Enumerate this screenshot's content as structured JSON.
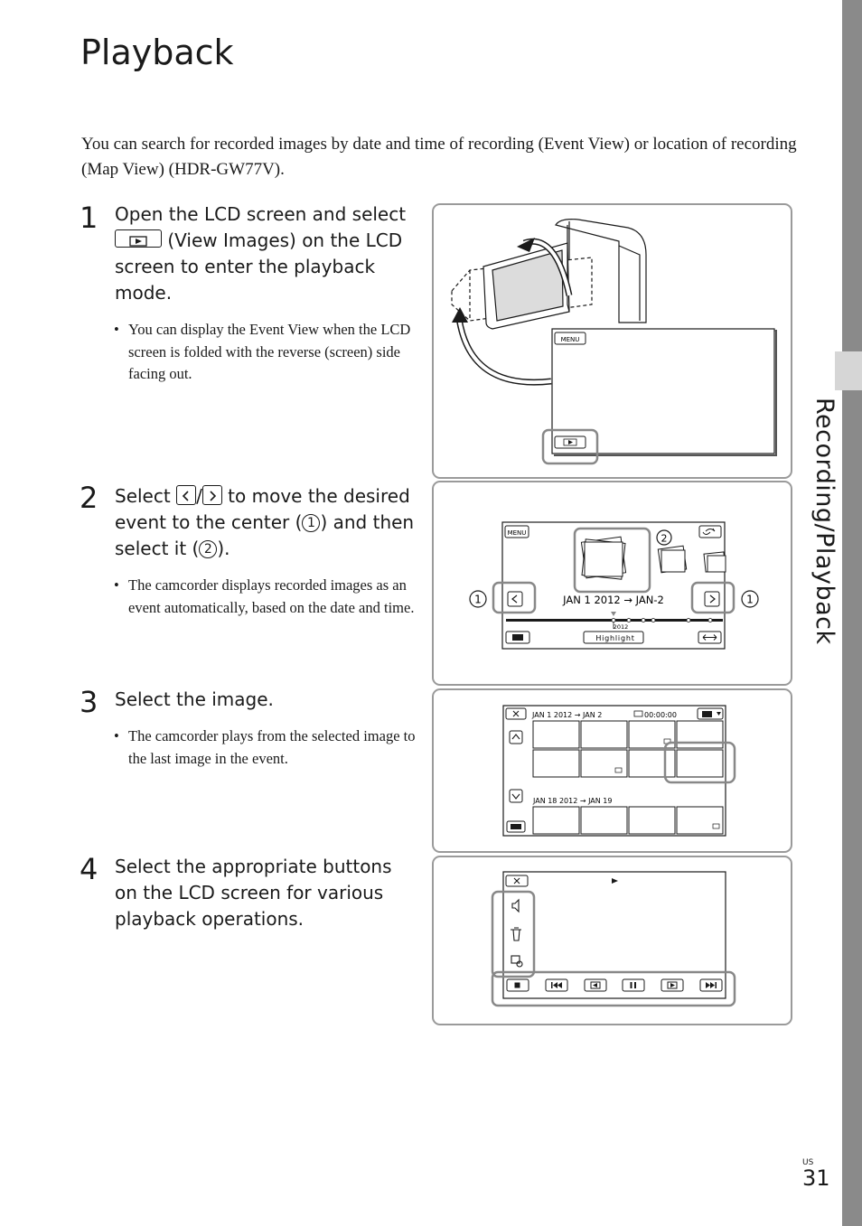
{
  "sidebar": {
    "section_label": "Recording/Playback"
  },
  "page": {
    "title": "Playback",
    "intro": "You can search for recorded images by date and time of recording (Event View) or location of recording (Map View) (HDR-GW77V).",
    "region": "US",
    "number": "31"
  },
  "steps": [
    {
      "number": "1",
      "text_before": "Open the LCD screen and select",
      "text_after": "(View Images) on the LCD screen to enter the playback mode.",
      "bullet": "You can display the Event View when the LCD screen is folded with the reverse (screen) side facing out."
    },
    {
      "number": "2",
      "text_a": "Select",
      "text_b": "/",
      "text_c": "to move the desired event to the center (",
      "circle1": "1",
      "text_d": ") and then select it (",
      "circle2": "2",
      "text_e": ").",
      "bullet": "The camcorder displays recorded images as an event automatically, based on the date and time."
    },
    {
      "number": "3",
      "text": "Select the image.",
      "bullet": "The camcorder plays from the selected image to the last image in the event."
    },
    {
      "number": "4",
      "text": "Select the appropriate buttons on the LCD screen for various playback operations."
    }
  ],
  "figures": {
    "fig1": {
      "menu_label": "MENU"
    },
    "fig2": {
      "menu_label": "MENU",
      "callout_1": "1",
      "callout_2": "2",
      "event_range": "JAN 1 2012 → JAN-2",
      "timeline_year": "2012",
      "highlight_label": "Highlight"
    },
    "fig3": {
      "row1_range": "JAN 1 2012 → JAN 2",
      "row1_duration": "00:00:00",
      "row2_range": "JAN 18 2012 → JAN 19"
    }
  },
  "colors": {
    "sidebar": "#8a8a8a",
    "tab": "#d6d6d6",
    "panel_border": "#9a9a9a",
    "highlight_frame": "#888888"
  }
}
